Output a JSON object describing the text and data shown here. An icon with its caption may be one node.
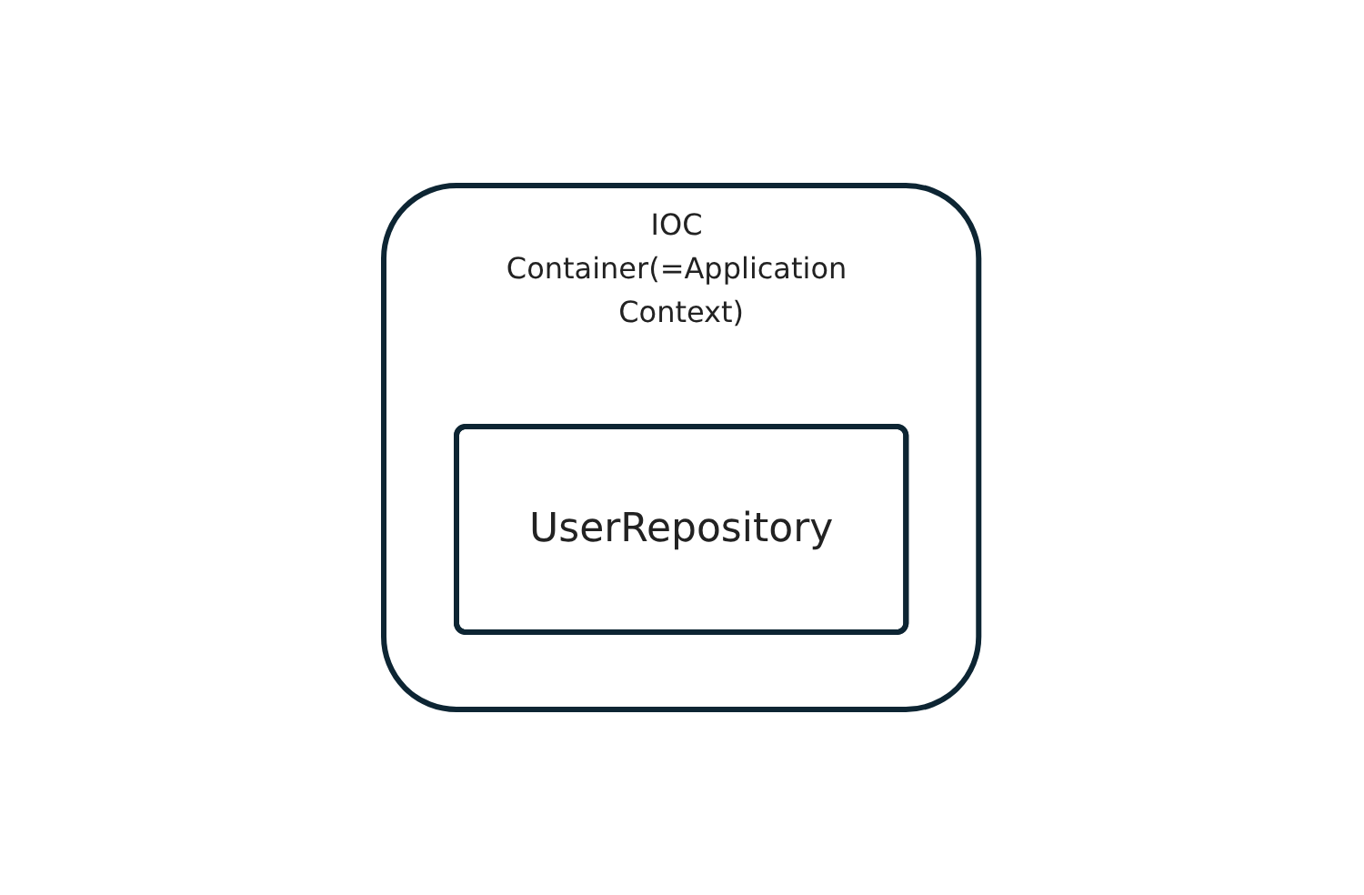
{
  "diagram": {
    "nodes": [
      {
        "text": [
          "IOC Container(=Application Context)"
        ]
      },
      {
        "text": [
          "UserRepository"
        ],
        "in": 0
      }
    ]
  }
}
